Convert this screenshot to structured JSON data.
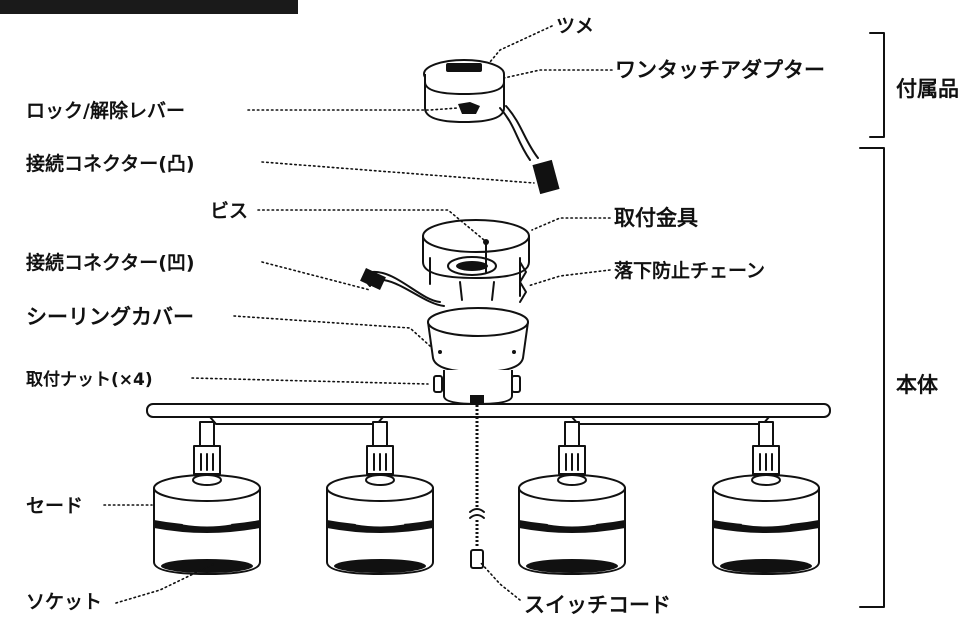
{
  "labels": {
    "tsume": "ツメ",
    "adapter": "ワンタッチアダプター",
    "lock_lever": "ロック/解除レバー",
    "connector_convex": "接続コネクター(凸)",
    "screw": "ビス",
    "bracket": "取付金具",
    "connector_concave": "接続コネクター(凹)",
    "safety_chain": "落下防止チェーン",
    "ceiling_cover": "シーリングカバー",
    "nut": "取付ナット(×4)",
    "shade": "セード",
    "socket": "ソケット",
    "switch_cord": "スイッチコード"
  },
  "groups": {
    "accessories": "付属品",
    "main_body": "本体"
  }
}
